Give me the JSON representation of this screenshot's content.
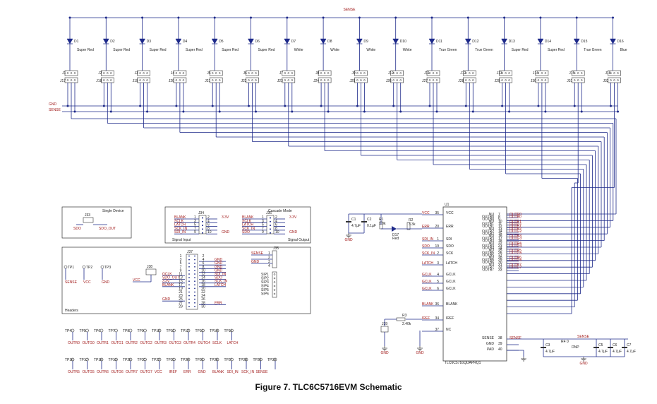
{
  "caption": "Figure 7. TLC6C5716EVM Schematic",
  "sense_top": "SENSE",
  "leds": [
    {
      "ref": "D1",
      "color": "Super Red"
    },
    {
      "ref": "D2",
      "color": "Super Red"
    },
    {
      "ref": "D3",
      "color": "Super Red"
    },
    {
      "ref": "D4",
      "color": "Super Red"
    },
    {
      "ref": "D5",
      "color": "Super Red"
    },
    {
      "ref": "D6",
      "color": "Super Red"
    },
    {
      "ref": "D7",
      "color": "White"
    },
    {
      "ref": "D8",
      "color": "White"
    },
    {
      "ref": "D9",
      "color": "White"
    },
    {
      "ref": "D10",
      "color": "White"
    },
    {
      "ref": "D11",
      "color": "True Green"
    },
    {
      "ref": "D12",
      "color": "True Green"
    },
    {
      "ref": "D13",
      "color": "Super Red"
    },
    {
      "ref": "D14",
      "color": "Super Red"
    },
    {
      "ref": "D15",
      "color": "True Green"
    },
    {
      "ref": "D16",
      "color": "Blue"
    }
  ],
  "jumpers_top": [
    "J1",
    "J2",
    "J3",
    "J4",
    "J5",
    "J6",
    "J7",
    "J8",
    "J9",
    "J10",
    "J11",
    "J12",
    "J13",
    "J14",
    "J15",
    "J16"
  ],
  "jumpers_bottom": [
    "J17",
    "J18",
    "J19",
    "J20",
    "J21",
    "J22",
    "J23",
    "J24",
    "J25",
    "J26",
    "J27",
    "J28",
    "J29",
    "J30",
    "J31",
    "J32"
  ],
  "rails": {
    "gnd": "GND",
    "sense": "SENSE"
  },
  "single_device": {
    "title": "Single Device",
    "ref": "J33",
    "left": "SDO",
    "right": "SDO_OUT"
  },
  "signal_input": {
    "ref": "J34",
    "caption": "Signal Input",
    "labels": [
      "BLANK",
      "SCLK",
      "LATCH",
      "SCK_IN",
      "SDI_IN"
    ],
    "pins": [
      "1",
      "3",
      "5",
      "7",
      "9"
    ],
    "pins_r": [
      "2",
      "4",
      "6",
      "8",
      "10"
    ],
    "right": [
      "3.3V",
      "",
      "",
      "",
      "GND"
    ]
  },
  "signal_output": {
    "ref": "J36",
    "title": "Cascade Mode",
    "caption": "Signal Output",
    "labels": [
      "BLANK",
      "SCLK",
      "LATCH",
      "SCK_IN",
      "SDO"
    ],
    "pins": [
      "1",
      "3",
      "5",
      "7",
      "9"
    ],
    "pins_r": [
      "2",
      "4",
      "6",
      "8",
      "10"
    ],
    "right": [
      "3.3V",
      "",
      "",
      "",
      "GND"
    ]
  },
  "headers_box": {
    "caption": "Headers",
    "tps": [
      {
        "ref": "TP1",
        "net": "SENSE"
      },
      {
        "ref": "TP2",
        "net": "VCC"
      },
      {
        "ref": "TP3",
        "net": "GND"
      }
    ]
  },
  "j37": {
    "ref": "J37",
    "left_pins": [
      "1",
      "3",
      "5",
      "7",
      "9",
      "11",
      "13",
      "15",
      "17",
      "19",
      "21",
      "23",
      "25",
      "27",
      "29"
    ],
    "right_pins": [
      "2",
      "4",
      "6",
      "8",
      "10",
      "12",
      "14",
      "16",
      "18",
      "20",
      "22",
      "24",
      "26",
      "28",
      "30"
    ],
    "left_nets": [
      "",
      "",
      "",
      "",
      "",
      "GCLK",
      "SDO_OUT",
      "3.3V",
      "BLANK",
      "",
      "",
      "",
      "GND",
      "",
      ""
    ],
    "right_nets": [
      "",
      "GND",
      "GND",
      "GND",
      "GND",
      "SDI_IN",
      "SDO",
      "SCK_IN",
      "LATCH",
      "",
      "",
      "",
      "",
      "ERR",
      ""
    ]
  },
  "j38": {
    "ref": "J38",
    "net": "VCC"
  },
  "j35": {
    "ref": "J35",
    "left": [
      "SENSE",
      "",
      "GND"
    ],
    "pins": [
      "1",
      "2",
      "3",
      "4"
    ]
  },
  "j37b": {
    "ref": "J37",
    "pins": [
      "1",
      "2",
      "3",
      "4",
      "5",
      "6"
    ],
    "labels": [
      "SIP1",
      "SIP2",
      "SIP3",
      "SIP4",
      "SIP5",
      "SIP6"
    ]
  },
  "u1": {
    "ref": "U1",
    "part": "TLC6C5716QDAPRQ1",
    "left": [
      {
        "pin": "35",
        "name": "VCC",
        "net": "VCC"
      },
      {
        "pin": "20",
        "name": "ERR",
        "net": "ERR"
      },
      {
        "pin": "1",
        "name": "SDI",
        "net": "SDI_IN"
      },
      {
        "pin": "19",
        "name": "SDO",
        "net": "SDO"
      },
      {
        "pin": "2",
        "name": "SCK",
        "net": "SCK_IN"
      },
      {
        "pin": "3",
        "name": "LATCH",
        "net": "LATCH"
      },
      {
        "pin": "4",
        "name": "GCLK",
        "net": "GCLK"
      },
      {
        "pin": "5",
        "name": "GCLK",
        "net": "GCLK"
      },
      {
        "pin": "6",
        "name": "GCLK",
        "net": "GCLK"
      },
      {
        "pin": "36",
        "name": "BLANK",
        "net": "BLANK"
      },
      {
        "pin": "34",
        "name": "IREF",
        "net": "IREF"
      },
      {
        "pin": "37",
        "name": "NC",
        "net": ""
      }
    ],
    "right": [
      {
        "pin": "7",
        "name": "NU",
        "net": "OUTR0"
      },
      {
        "pin": "8",
        "name": "OUTR0",
        "net": "OUTB0"
      },
      {
        "pin": "9",
        "name": "OUTB0",
        "net": ""
      },
      {
        "pin": "10",
        "name": "NU",
        "net": "OUTR1"
      },
      {
        "pin": "11",
        "name": "OUTR1",
        "net": "OUTG1"
      },
      {
        "pin": "12",
        "name": "OUTB1",
        "net": "OUTB1"
      },
      {
        "pin": "13",
        "name": "NU",
        "net": "OUTR2"
      },
      {
        "pin": "14",
        "name": "OUTR2",
        "net": "OUTG2"
      },
      {
        "pin": "15",
        "name": "OUTB2",
        "net": ""
      },
      {
        "pin": "16",
        "name": "NU",
        "net": "OUTR3"
      },
      {
        "pin": "17",
        "name": "OUTR3",
        "net": "OUTG3"
      },
      {
        "pin": "18",
        "name": "OUTB3",
        "net": ""
      },
      {
        "pin": "22",
        "name": "NU",
        "net": "OUTR4"
      },
      {
        "pin": "23",
        "name": "OUTR4",
        "net": "OUTG4"
      },
      {
        "pin": "24",
        "name": "OUTB4",
        "net": ""
      },
      {
        "pin": "25",
        "name": "NU",
        "net": "OUTR5"
      },
      {
        "pin": "26",
        "name": "OUTR5",
        "net": "OUTG5"
      },
      {
        "pin": "27",
        "name": "OUTB5",
        "net": ""
      },
      {
        "pin": "28",
        "name": "NU",
        "net": "OUTR6"
      },
      {
        "pin": "29",
        "name": "OUTR6",
        "net": "OUTG6"
      },
      {
        "pin": "30",
        "name": "OUTB6",
        "net": ""
      },
      {
        "pin": "31",
        "name": "NU",
        "net": "OUTR7"
      },
      {
        "pin": "32",
        "name": "OUTR7",
        "net": "OUTG7"
      },
      {
        "pin": "33",
        "name": "OUTB7",
        "net": ""
      },
      {
        "pin": "38",
        "name": "SENSE",
        "net": "SENSE"
      },
      {
        "pin": "39",
        "name": "GND",
        "net": ""
      },
      {
        "pin": "40",
        "name": "PAD",
        "net": ""
      }
    ]
  },
  "passives": {
    "c1": {
      "ref": "C1",
      "val": "4.7µF"
    },
    "c2": {
      "ref": "C2",
      "val": "0.1µF"
    },
    "r1": {
      "ref": "R1",
      "val": "1.0k"
    },
    "r2": {
      "ref": "R2",
      "val": "3.3k"
    },
    "d17": {
      "ref": "D17",
      "val": "Red"
    },
    "r3": {
      "ref": "R3",
      "val": "2.40k"
    },
    "j39": {
      "ref": "J39"
    },
    "c3": {
      "ref": "C3",
      "val": "4.7µF"
    },
    "r4": {
      "ref": "R4",
      "val": "0"
    },
    "c5": {
      "ref": "C5",
      "val": "4.7µF"
    },
    "c6": {
      "ref": "C6",
      "val": "4.7µF"
    },
    "c7": {
      "ref": "C7",
      "val": "4.7µF"
    },
    "dnp": "DNP",
    "gnd": "GND"
  },
  "testpoints_row1": [
    {
      "ref": "TP4",
      "net": "OUTR0"
    },
    {
      "ref": "TP5",
      "net": "OUTG0"
    },
    {
      "ref": "TP6",
      "net": "OUTR1"
    },
    {
      "ref": "TP7",
      "net": "OUTG1"
    },
    {
      "ref": "TP8",
      "net": "OUTR2"
    },
    {
      "ref": "TP9",
      "net": "OUTG2"
    },
    {
      "ref": "TP10",
      "net": "OUTR3"
    },
    {
      "ref": "TP11",
      "net": "OUTG3"
    },
    {
      "ref": "TP12",
      "net": "OUTR4"
    },
    {
      "ref": "TP13",
      "net": "OUTG4"
    },
    {
      "ref": "TP14",
      "net": "SCLK"
    },
    {
      "ref": "TP15",
      "net": "LATCH"
    }
  ],
  "testpoints_row2": [
    {
      "ref": "TP16",
      "net": "OUTR5"
    },
    {
      "ref": "TP17",
      "net": "OUTG5"
    },
    {
      "ref": "TP18",
      "net": "OUTR6"
    },
    {
      "ref": "TP19",
      "net": "OUTG6"
    },
    {
      "ref": "TP20",
      "net": "OUTR7"
    },
    {
      "ref": "TP21",
      "net": "OUTG7"
    },
    {
      "ref": "TP22",
      "net": "VCC"
    },
    {
      "ref": "TP23",
      "net": "IREF"
    },
    {
      "ref": "TP24",
      "net": "ERR"
    },
    {
      "ref": "TP25",
      "net": "GND"
    },
    {
      "ref": "TP26",
      "net": "BLANK"
    },
    {
      "ref": "TP27",
      "net": "SDI_IN"
    },
    {
      "ref": "TP28",
      "net": "SCK_IN"
    },
    {
      "ref": "TP29",
      "net": "SENSE"
    },
    {
      "ref": "TP30",
      "net": ""
    }
  ],
  "colors": {
    "wire": "#1e2a8a",
    "net": "#a01818",
    "ink": "#222222"
  }
}
